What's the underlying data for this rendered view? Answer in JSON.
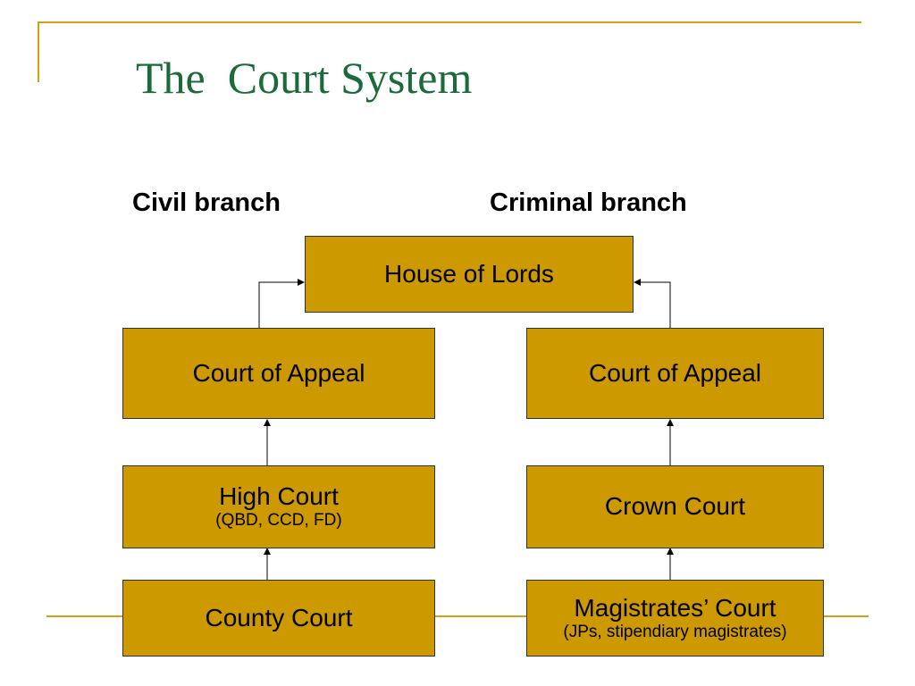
{
  "slide": {
    "title": "The  Court System",
    "civil_label": "Civil branch",
    "criminal_label": "Criminal branch"
  },
  "courts": {
    "house_of_lords": {
      "label": "House of Lords"
    },
    "civil_appeal": {
      "label": "Court of Appeal"
    },
    "high_court": {
      "label": "High Court",
      "sub": "(QBD, CCD, FD)"
    },
    "county_court": {
      "label": "County Court"
    },
    "criminal_appeal": {
      "label": "Court of Appeal"
    },
    "crown_court": {
      "label": "Crown Court"
    },
    "magistrates_court": {
      "label": "Magistrates’ Court",
      "sub": "(JPs, stipendiary magistrates)"
    }
  },
  "colors": {
    "accent_rule": "#d4a017",
    "box_fill": "#cc9900",
    "title": "#1b6b3a"
  }
}
